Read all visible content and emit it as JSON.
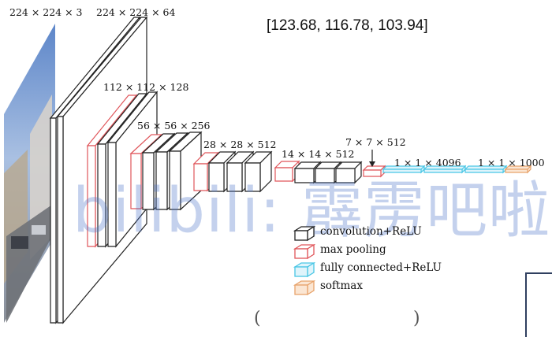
{
  "mean_values": "[123.68, 116.78, 103.94]",
  "watermark": "bilibili: 霹雳吧啦W",
  "layer_labels": {
    "input": "224 × 224 × 3",
    "conv1": "224 × 224 × 64",
    "conv2": "112 × 112 × 128",
    "conv3": "56 × 56 × 256",
    "conv4": "28 × 28 × 512",
    "conv5": "14 × 14 × 512",
    "pool5": "7 × 7 × 512",
    "fc": "1 × 1 × 4096",
    "out": "1 × 1 × 1000"
  },
  "legend": [
    {
      "label": "convolution+ReLU",
      "color": "#222222",
      "fill": "#ffffff"
    },
    {
      "label": "max pooling",
      "color": "#e0565b",
      "fill": "#ffffff"
    },
    {
      "label": "fully connected+ReLU",
      "color": "#49c6e5",
      "fill": "#dff4fb"
    },
    {
      "label": "softmax",
      "color": "#e8a36b",
      "fill": "#fbe6d3"
    }
  ],
  "parens": {
    "left": "(",
    "right": ")"
  }
}
